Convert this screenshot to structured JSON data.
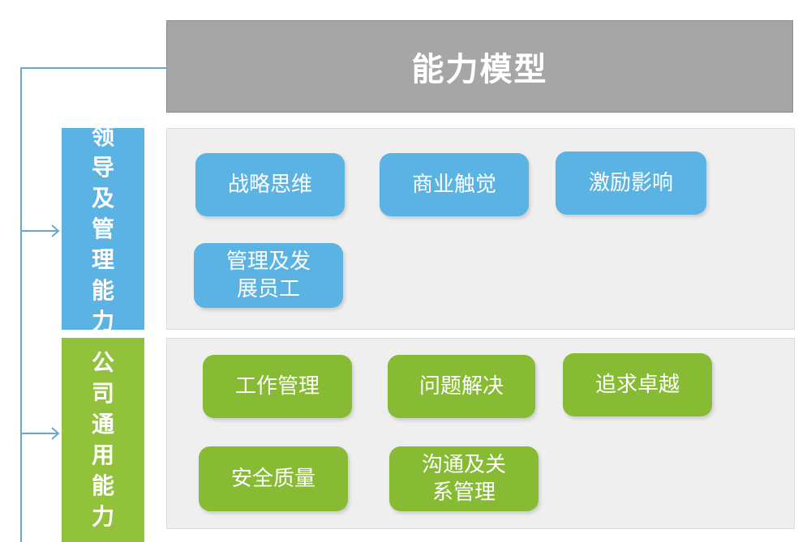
{
  "title": "能力模型",
  "groups": [
    {
      "label_chars": [
        "领",
        "导",
        "及",
        "管",
        "理",
        "能",
        "力"
      ],
      "color": "#5bb3e3",
      "items": [
        {
          "lines": [
            "战略思维"
          ]
        },
        {
          "lines": [
            "商业触觉"
          ]
        },
        {
          "lines": [
            "激励影响"
          ]
        },
        {
          "lines": [
            "管理及发",
            "展员工"
          ]
        }
      ]
    },
    {
      "label_chars": [
        "公",
        "司",
        "通",
        "用",
        "能",
        "力"
      ],
      "color": "#86bb33",
      "items": [
        {
          "lines": [
            "工作管理"
          ]
        },
        {
          "lines": [
            "问题解决"
          ]
        },
        {
          "lines": [
            "追求卓越"
          ]
        },
        {
          "lines": [
            "安全质量"
          ]
        },
        {
          "lines": [
            "沟通及关",
            "系管理"
          ]
        }
      ]
    }
  ],
  "colors": {
    "title_bg": "#a6a6a6",
    "panel_bg": "#efefef",
    "connector": "#6aa6cf"
  }
}
